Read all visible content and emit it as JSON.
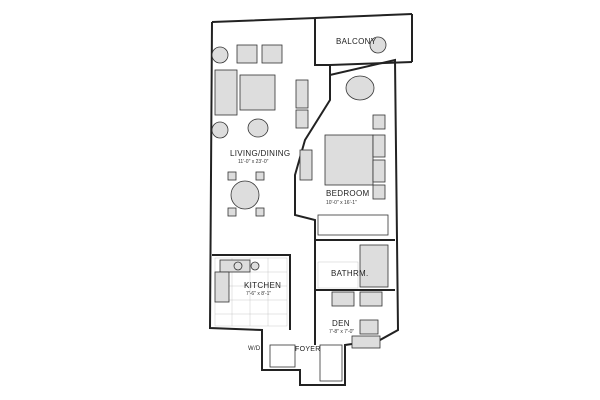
{
  "floor_plan": {
    "rooms": [
      {
        "name": "BALCONY",
        "dimensions": ""
      },
      {
        "name": "LIVING/DINING",
        "dimensions": "11'-0\" x 23'-0\""
      },
      {
        "name": "BEDROOM",
        "dimensions": "10'-0\" x 16'-1\""
      },
      {
        "name": "BATHRM.",
        "dimensions": ""
      },
      {
        "name": "KITCHEN",
        "dimensions": "7'-6\" x 8'-1\""
      },
      {
        "name": "DEN",
        "dimensions": "7'-8\" x 7'-0\""
      },
      {
        "name": "W/D",
        "dimensions": ""
      },
      {
        "name": "FOYER",
        "dimensions": ""
      }
    ]
  }
}
